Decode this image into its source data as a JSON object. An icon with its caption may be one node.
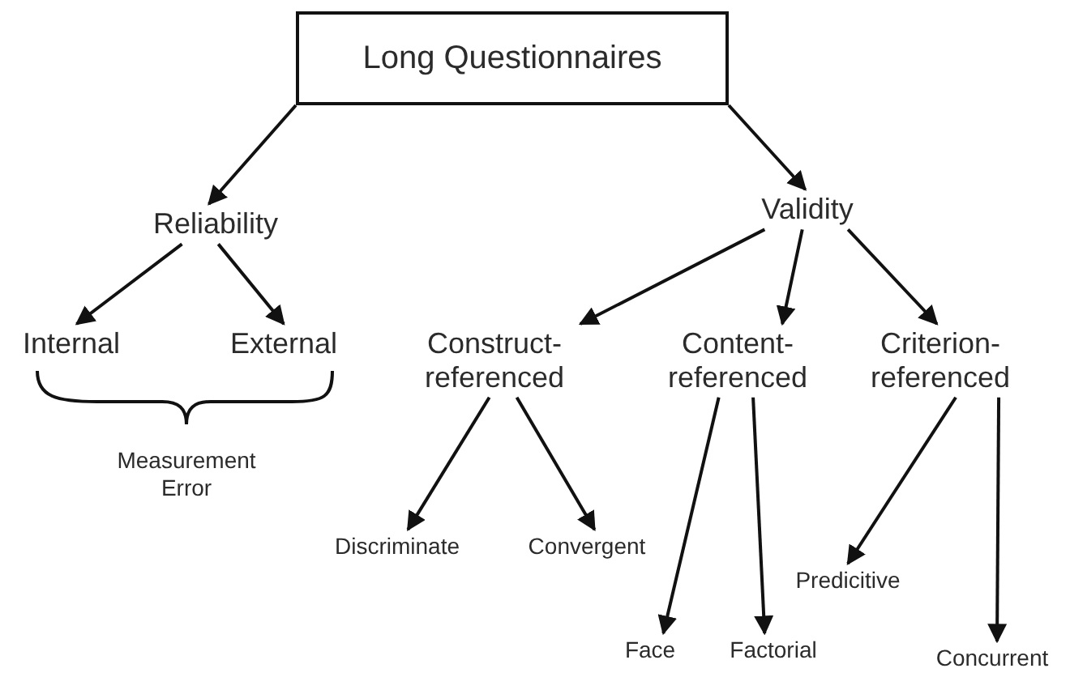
{
  "diagram": {
    "nodes": [
      {
        "text": [
          "Long Questionnaires"
        ]
      },
      {
        "text": [
          "Reliability"
        ]
      },
      {
        "text": [
          "Validity"
        ]
      },
      {
        "text": [
          "Internal"
        ]
      },
      {
        "text": [
          "External"
        ]
      },
      {
        "text": [
          "Construct- referenced"
        ]
      },
      {
        "text": [
          "Content- referenced"
        ]
      },
      {
        "text": [
          "Criterion- referenced"
        ]
      },
      {
        "text": [
          "Discriminate"
        ]
      },
      {
        "text": [
          "Convergent"
        ]
      },
      {
        "text": [
          "Face"
        ]
      },
      {
        "text": [
          "Factorial"
        ]
      },
      {
        "text": [
          "Predicitive"
        ]
      },
      {
        "text": [
          "Concurrent"
        ]
      }
    ],
    "edges": [
      {
        "from": 0,
        "to": 1,
        "arrow": "to"
      },
      {
        "from": 0,
        "to": 2,
        "arrow": "to"
      },
      {
        "from": 1,
        "to": 3,
        "arrow": "to"
      },
      {
        "from": 1,
        "to": 4,
        "arrow": "to"
      },
      {
        "from": 2,
        "to": 5,
        "arrow": "to"
      },
      {
        "from": 2,
        "to": 6,
        "arrow": "to"
      },
      {
        "from": 2,
        "to": 7,
        "arrow": "to"
      },
      {
        "from": 5,
        "to": 8,
        "arrow": "to"
      },
      {
        "from": 5,
        "to": 9,
        "arrow": "to"
      },
      {
        "from": 6,
        "to": 10,
        "arrow": "to"
      },
      {
        "from": 6,
        "to": 11,
        "arrow": "to"
      },
      {
        "from": 7,
        "to": 12,
        "arrow": "to"
      },
      {
        "from": 7,
        "to": 13,
        "arrow": "to"
      }
    ],
    "labels": [
      "Measurement Error"
    ]
  }
}
